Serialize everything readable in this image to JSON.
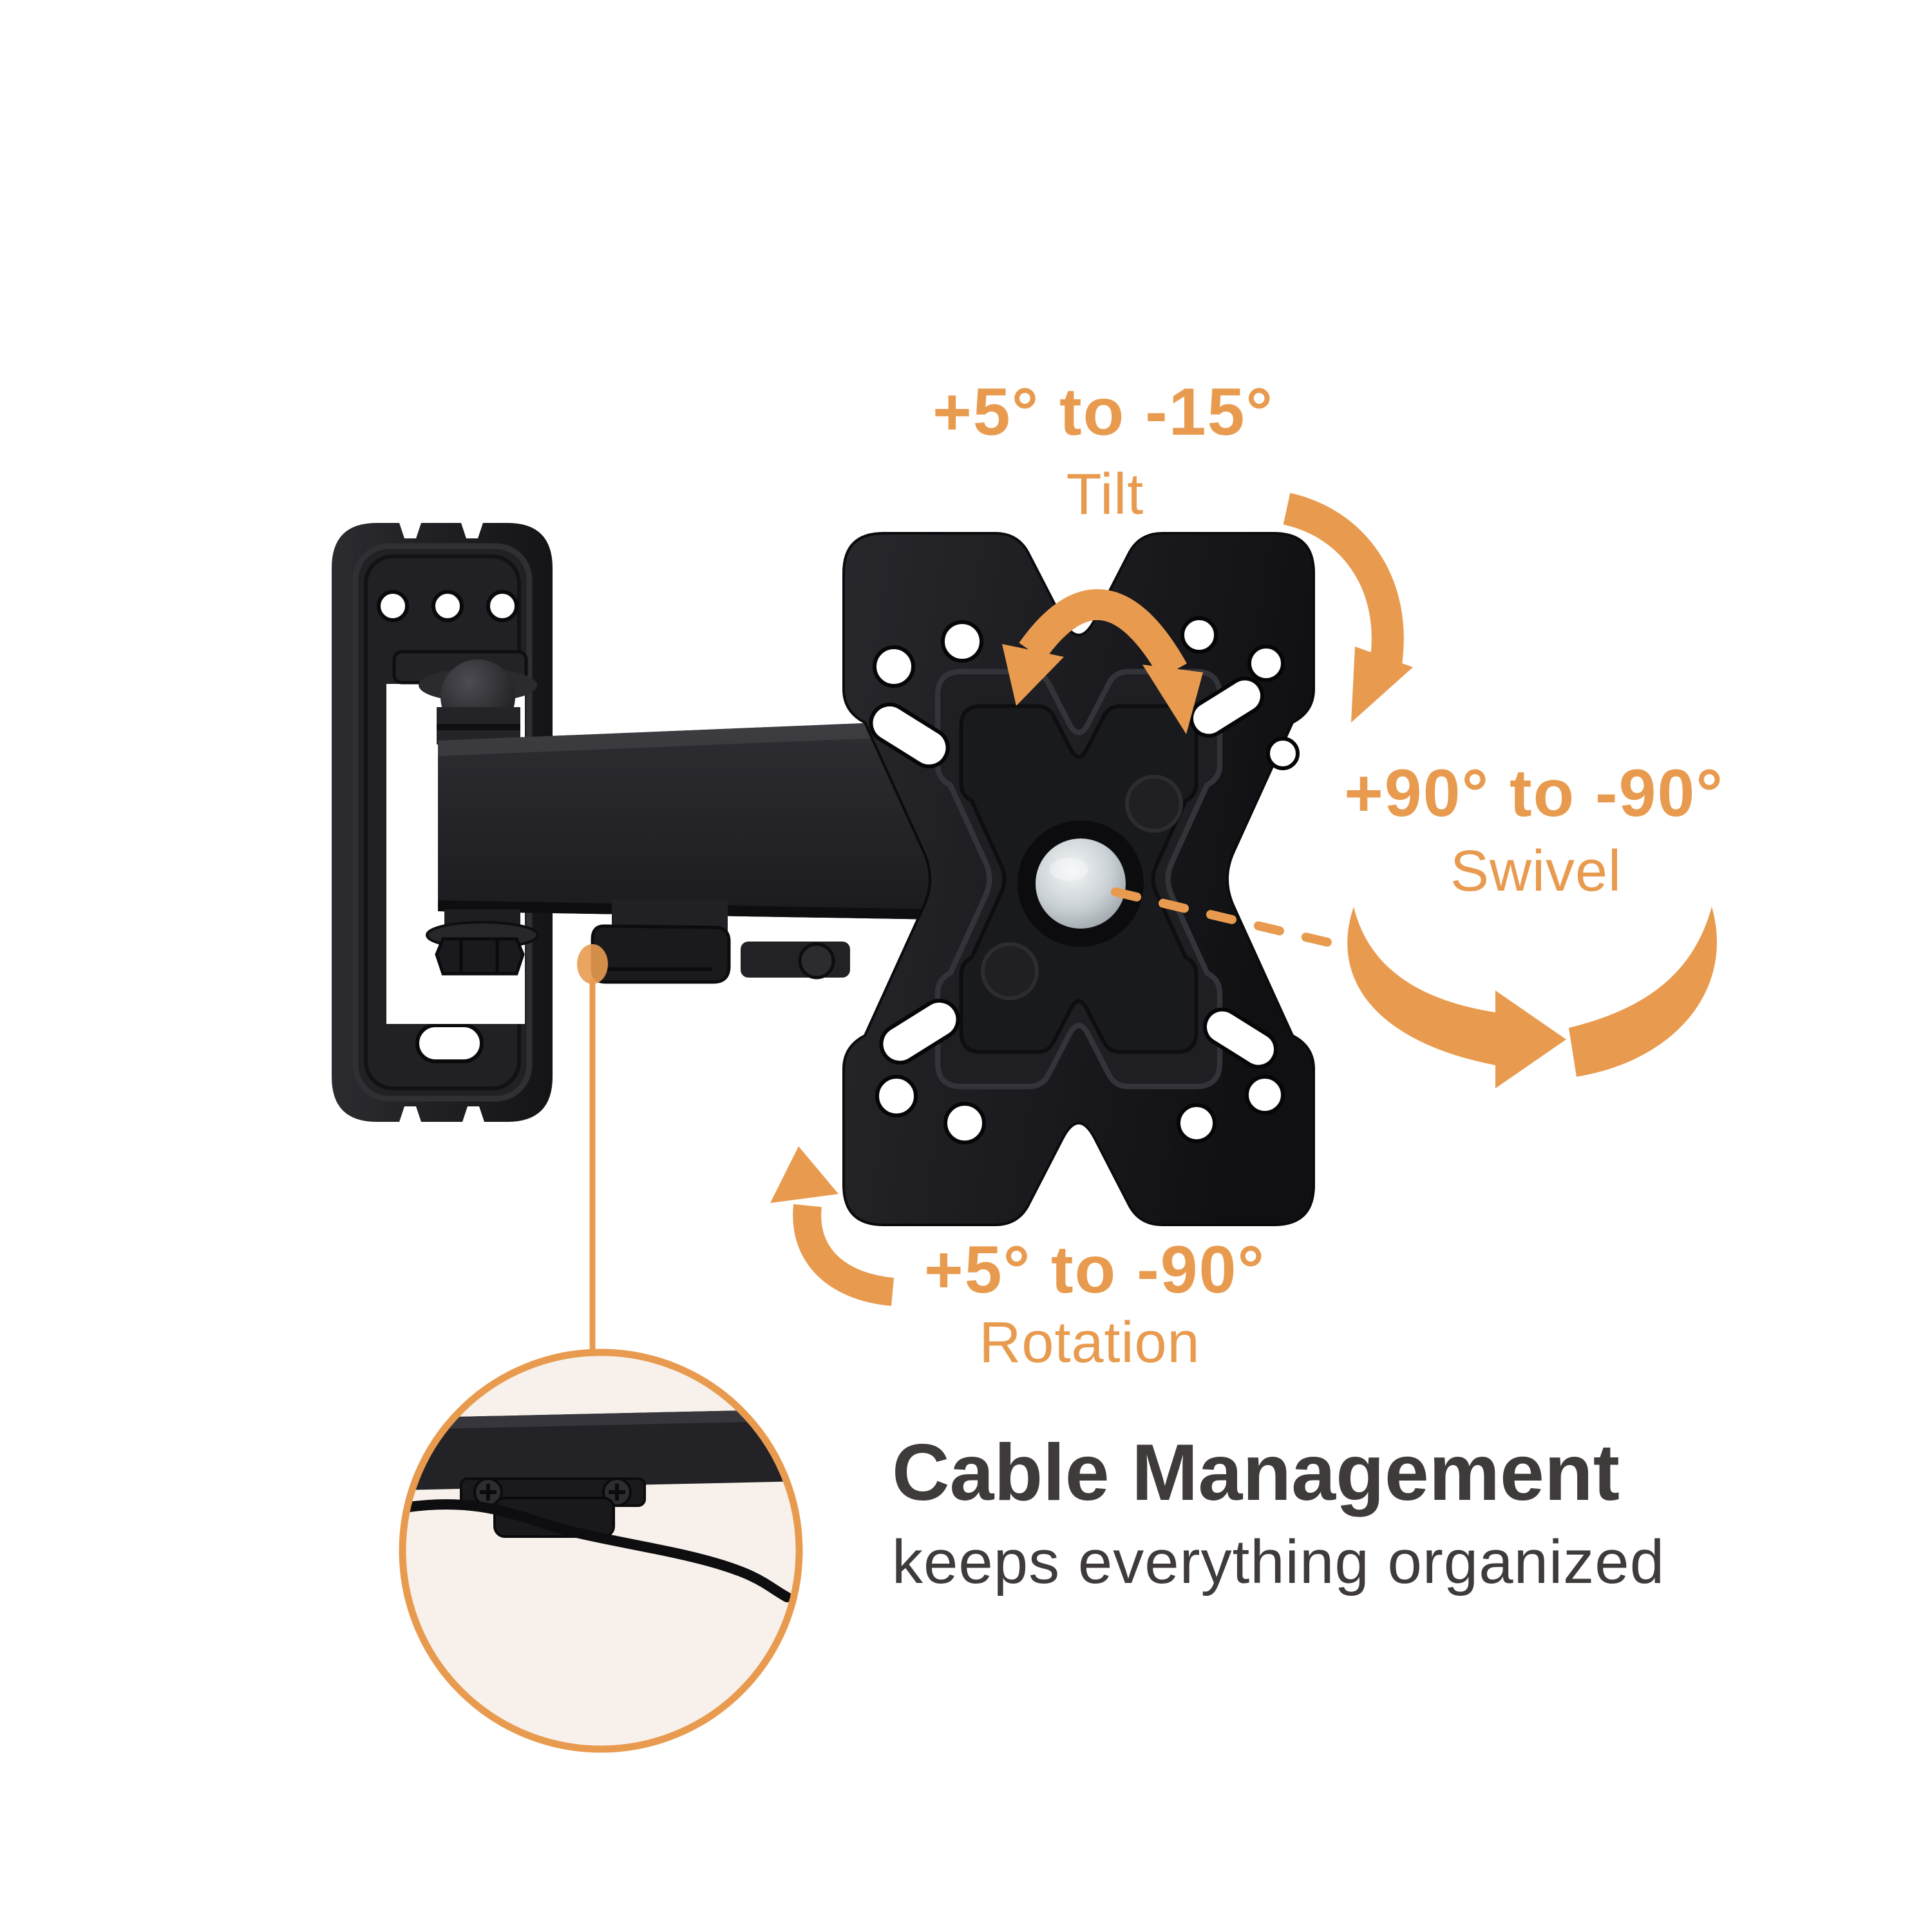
{
  "annotations": {
    "tilt": {
      "range": "+5° to -15°",
      "label": "Tilt"
    },
    "swivel": {
      "range": "+90° to -90°",
      "label": "Swivel"
    },
    "rotation": {
      "range": "+5° to -90°",
      "label": "Rotation"
    }
  },
  "feature": {
    "title": "Cable Management",
    "subtitle": "keeps everything organized"
  },
  "colors": {
    "accent": "#E89B4F",
    "ink": "#3F3B3A",
    "magnifier_bg": "#F8F1EB",
    "product": "#1B1B1E"
  },
  "icons": {
    "tilt_arrow": "double-ended-arc-arrow",
    "tilt_side_arrow": "curved-arrow-down",
    "swivel_arrow": "double-swoosh-arrow-right",
    "rotation_arrow": "curved-arrow-up",
    "axis_line": "dashed-leader-line",
    "callout_marker": "dot-with-leader-line",
    "magnifier": "zoom-detail-circle"
  }
}
